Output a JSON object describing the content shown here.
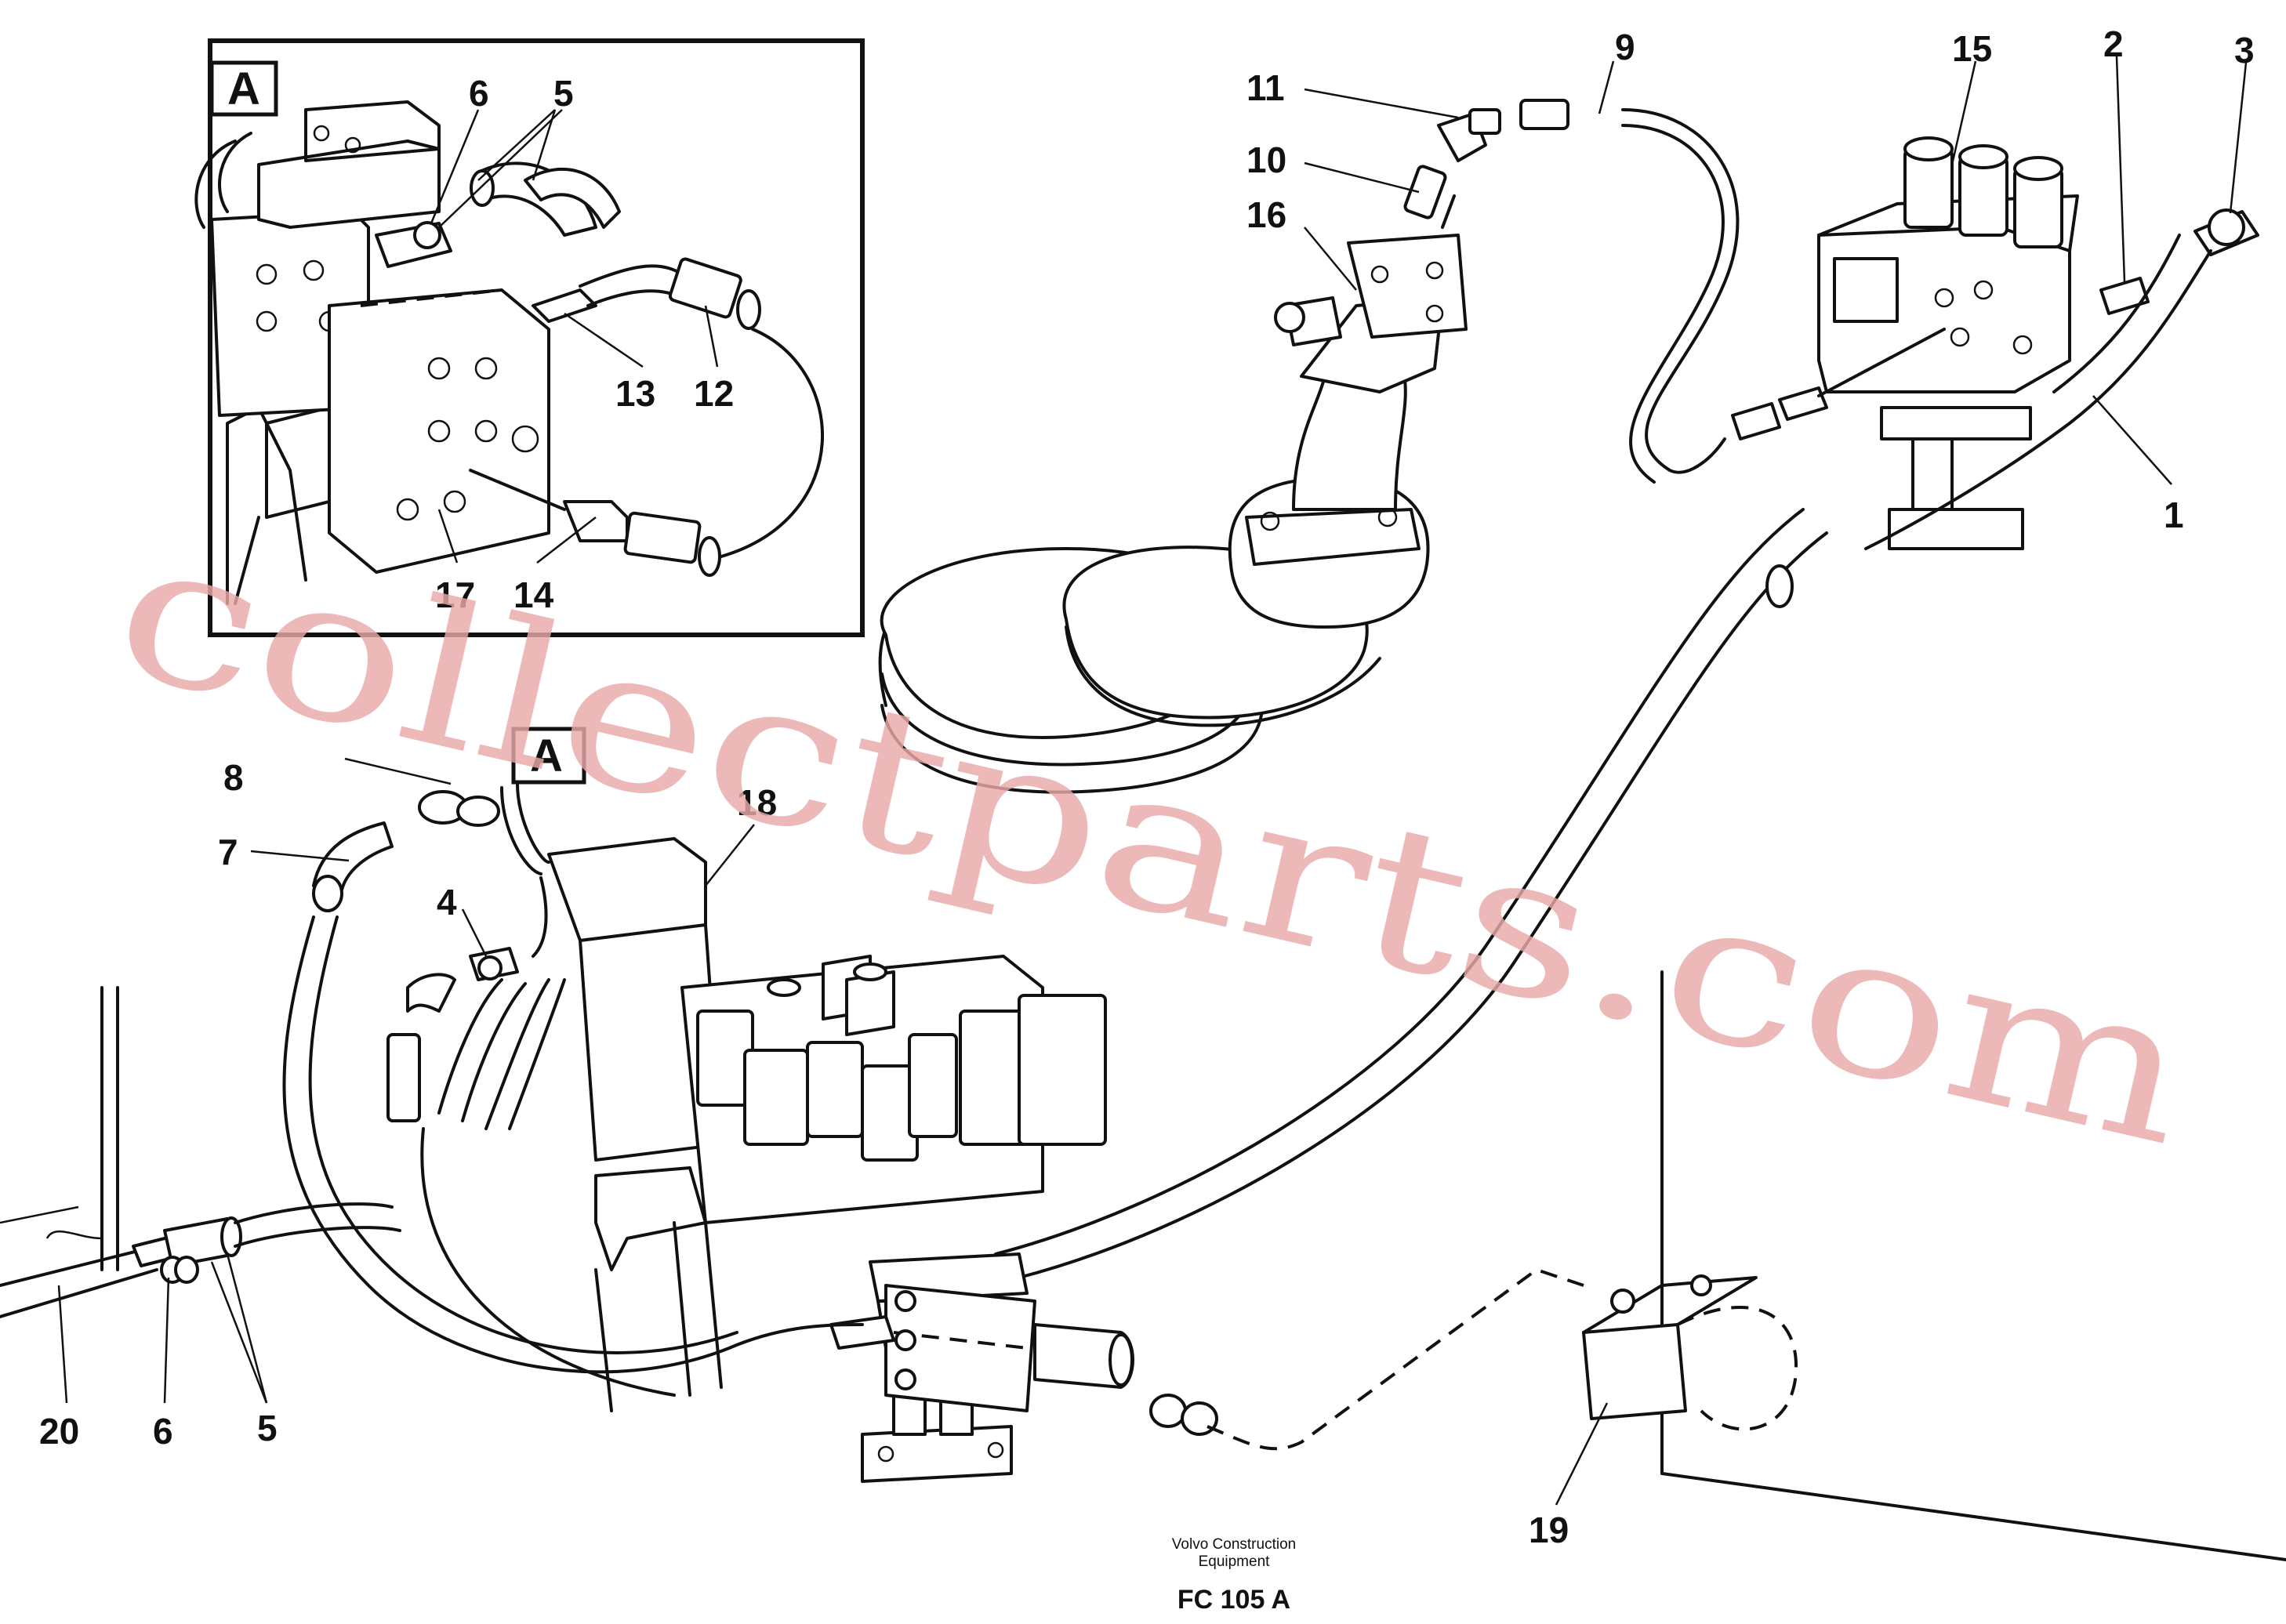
{
  "callouts": {
    "n1": "1",
    "n2": "2",
    "n3": "3",
    "n4": "4",
    "n5_inset": "5",
    "n5_bottom": "5",
    "n6_inset": "6",
    "n6_bottom": "6",
    "n7": "7",
    "n8": "8",
    "n9": "9",
    "n10": "10",
    "n11": "11",
    "n12": "12",
    "n13": "13",
    "n14": "14",
    "n15": "15",
    "n16": "16",
    "n17": "17",
    "n18": "18",
    "n19": "19",
    "n20": "20"
  },
  "detail_views": {
    "inset_letter": "A",
    "main_letter": "A"
  },
  "caption": {
    "company_line1": "Volvo Construction",
    "company_line2": "Equipment",
    "figure_code": "FC 105 A"
  },
  "watermark": {
    "text": "collectparts.com",
    "color": "#e8a9a9"
  }
}
